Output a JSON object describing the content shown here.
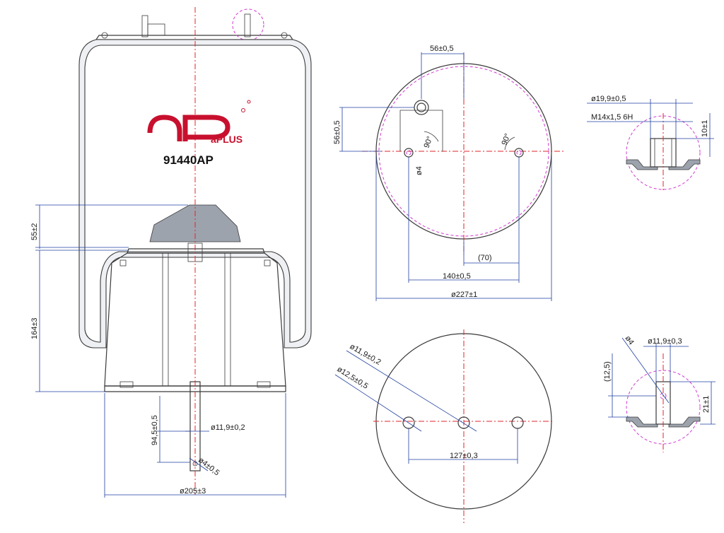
{
  "brand": {
    "logo_text": "aPLUS",
    "part_number": "91440AP",
    "color": "#c8102e"
  },
  "colors": {
    "outline": "#3a3a3a",
    "dimension": "#1f3fa0",
    "centerline": "#e0242a",
    "detail_circle": "#d13ad1"
  },
  "side_view": {
    "height_top": "55±2",
    "height_body": "164±3",
    "stud_length": "94,5±0,5",
    "stud_diameter": "ø11,9±0,2",
    "stud_hole": "ø4±0,5",
    "base_diameter": "ø205±3"
  },
  "top_view": {
    "pin_spacing": "56±0,5",
    "pin_offset": "56±0,5",
    "angle_left": "90°",
    "angle_right": "90°",
    "hole_dia": "ø4",
    "ref_dim": "(70)",
    "bolt_spacing": "140±0,5",
    "outer_dia": "ø227±1"
  },
  "bottom_view": {
    "stud_dia": "ø11,9±0,2",
    "hole_dia": "ø12,5±0,5",
    "hole_spacing": "127±0,3"
  },
  "detail_top": {
    "outer_dia": "ø19,9±0,5",
    "thread": "M14x1,5 6H",
    "depth": "10±1"
  },
  "detail_bottom": {
    "hole": "ø4",
    "stud_dia": "ø11,9±0,3",
    "ref_height": "(12,5)",
    "height": "21±1"
  }
}
